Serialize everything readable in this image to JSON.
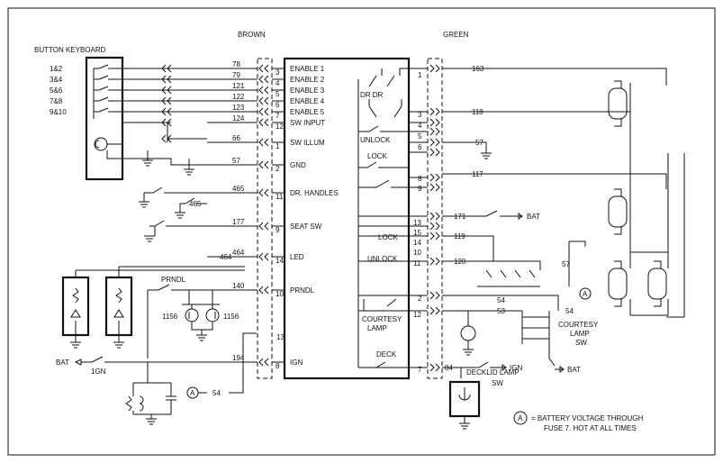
{
  "keyboard": {
    "title": "BUTTON  KEYBOARD",
    "buttons": [
      "1&2",
      "3&4",
      "5&6",
      "7&8",
      "9&10"
    ]
  },
  "connectors": {
    "left": "BROWN",
    "right": "GREEN"
  },
  "left_wires": [
    {
      "wire": "78",
      "pin": "3",
      "label": "ENABLE 1"
    },
    {
      "wire": "79",
      "pin": "4",
      "label": "ENABLE 2"
    },
    {
      "wire": "121",
      "pin": "5",
      "label": "ENABLE 3"
    },
    {
      "wire": "122",
      "pin": "6",
      "label": "ENABLE 4"
    },
    {
      "wire": "123",
      "pin": "7",
      "label": "ENABLE 5"
    },
    {
      "wire": "124",
      "pin": "12",
      "label": "SW INPUT"
    },
    {
      "wire": "66",
      "pin": "1",
      "label": "SW ILLUM"
    },
    {
      "wire": "57",
      "pin": "2",
      "label": "GND"
    },
    {
      "wire": "465",
      "pin": "11",
      "label": "DR. HANDLES"
    },
    {
      "wire": "177",
      "pin": "9",
      "label": "SEAT SW"
    },
    {
      "wire": "464",
      "pin": "14",
      "label": "LED"
    },
    {
      "wire": "140",
      "pin": "10",
      "label": "PRNDL"
    },
    {
      "wire": "194",
      "pin": "8",
      "label": "IGN"
    }
  ],
  "left_misc": {
    "wire_465b": "465",
    "wire_464a": "464",
    "wire_54": "54",
    "pin_13": "13",
    "prndl": "PRNDL",
    "bulb": "1156",
    "bat": "BAT",
    "ign_sw": "1GN",
    "marker": "A"
  },
  "right_pins": {
    "p1": "1",
    "p3": "3",
    "p4": "4",
    "p5": "5",
    "p6": "6",
    "p8": "8",
    "p9": "9",
    "p13": "13",
    "p15": "15",
    "p14": "14",
    "p10": "10",
    "p11": "11",
    "p2": "2",
    "p12": "12",
    "p7": "7"
  },
  "right_labels": {
    "drdr": "DR  DR",
    "unlock": "UNLOCK",
    "lock": "LOCK",
    "unlock2": "UNLOCK",
    "lock2": "LOCK",
    "courtesy": "COURTESY",
    "lamp": "LAMP",
    "deck": "DECK"
  },
  "right_wires": {
    "w163": "163",
    "w118": "118",
    "w57": "57",
    "w117": "117",
    "w171": "171",
    "w119": "119",
    "w120": "120",
    "w57b": "57",
    "w54a": "54",
    "w54b": "54",
    "w53": "53",
    "w84": "84"
  },
  "right_misc": {
    "bat1": "BAT",
    "ign": "IGN",
    "courtesy_sw": [
      "COURTESY",
      "LAMP",
      "SW"
    ],
    "bat2": "BAT",
    "decklid": [
      "DECKLID LAMP",
      "SW"
    ],
    "marker": "A"
  },
  "legend": {
    "marker": "A",
    "text_line1": "= BATTERY VOLTAGE THROUGH",
    "text_line2": "FUSE 7. HOT AT ALL TIMES"
  }
}
